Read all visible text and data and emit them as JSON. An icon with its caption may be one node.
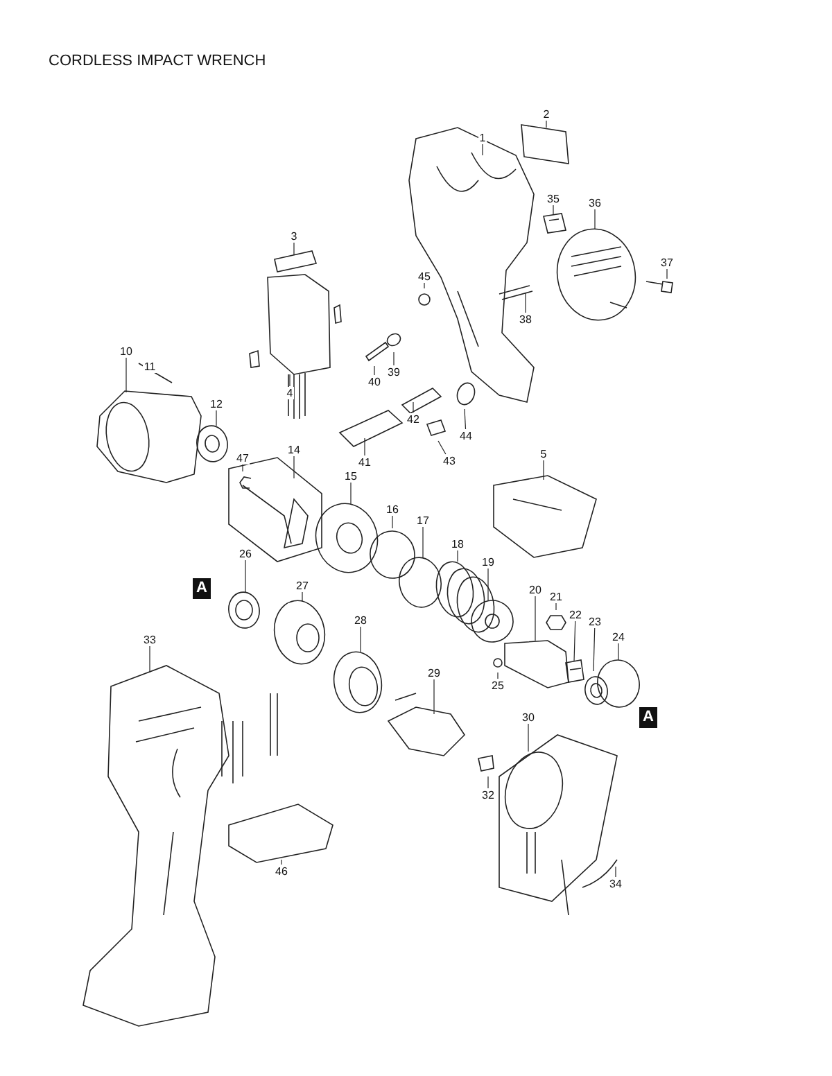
{
  "diagram": {
    "title": "CORDLESS IMPACT WRENCH",
    "nodes": [
      {
        "text": [
          "2"
        ]
      },
      {
        "text": [
          "1"
        ]
      },
      {
        "text": [
          "35"
        ]
      },
      {
        "text": [
          "36"
        ]
      },
      {
        "text": [
          "3"
        ]
      },
      {
        "text": [
          "37"
        ]
      },
      {
        "text": [
          "45"
        ]
      },
      {
        "text": [
          "38"
        ]
      },
      {
        "text": [
          "10"
        ]
      },
      {
        "text": [
          "11"
        ]
      },
      {
        "text": [
          "40"
        ]
      },
      {
        "text": [
          "39"
        ]
      },
      {
        "text": [
          "4"
        ]
      },
      {
        "text": [
          "12"
        ]
      },
      {
        "text": [
          "42"
        ]
      },
      {
        "text": [
          "44"
        ]
      },
      {
        "text": [
          "41"
        ]
      },
      {
        "text": [
          "14"
        ]
      },
      {
        "text": [
          "43"
        ]
      },
      {
        "text": [
          "5"
        ]
      },
      {
        "text": [
          "47"
        ]
      },
      {
        "text": [
          "15"
        ]
      },
      {
        "text": [
          "16"
        ]
      },
      {
        "text": [
          "17"
        ]
      },
      {
        "text": [
          "18"
        ]
      },
      {
        "text": [
          "26"
        ]
      },
      {
        "text": [
          "27"
        ]
      },
      {
        "text": [
          "19"
        ]
      },
      {
        "text": [
          "20"
        ]
      },
      {
        "text": [
          "21"
        ]
      },
      {
        "text": [
          "22"
        ]
      },
      {
        "text": [
          "23"
        ]
      },
      {
        "text": [
          "28"
        ]
      },
      {
        "text": [
          "24"
        ]
      },
      {
        "text": [
          "29"
        ]
      },
      {
        "text": [
          "33"
        ]
      },
      {
        "text": [
          "25"
        ]
      },
      {
        "text": [
          "30"
        ]
      },
      {
        "text": [
          "32"
        ]
      },
      {
        "text": [
          "46"
        ]
      },
      {
        "text": [
          "34"
        ]
      }
    ],
    "edges": [
      {
        "from": 0,
        "to": null,
        "arrow": "none"
      },
      {
        "from": 1,
        "to": null,
        "arrow": "none"
      },
      {
        "from": 2,
        "to": null,
        "arrow": "none"
      },
      {
        "from": 3,
        "to": null,
        "arrow": "none"
      },
      {
        "from": 4,
        "to": null,
        "arrow": "none"
      },
      {
        "from": 5,
        "to": null,
        "arrow": "none"
      },
      {
        "from": 6,
        "to": null,
        "arrow": "none"
      },
      {
        "from": 7,
        "to": null,
        "arrow": "none"
      },
      {
        "from": 8,
        "to": null,
        "arrow": "none"
      },
      {
        "from": 9,
        "to": null,
        "arrow": "none"
      },
      {
        "from": 10,
        "to": null,
        "arrow": "none"
      },
      {
        "from": 11,
        "to": null,
        "arrow": "none"
      },
      {
        "from": 12,
        "to": null,
        "arrow": "none"
      },
      {
        "from": 13,
        "to": null,
        "arrow": "none"
      },
      {
        "from": 14,
        "to": null,
        "arrow": "none"
      },
      {
        "from": 15,
        "to": null,
        "arrow": "none"
      },
      {
        "from": 16,
        "to": null,
        "arrow": "none"
      },
      {
        "from": 17,
        "to": null,
        "arrow": "none"
      },
      {
        "from": 18,
        "to": null,
        "arrow": "none"
      },
      {
        "from": 19,
        "to": null,
        "arrow": "none"
      },
      {
        "from": 20,
        "to": null,
        "arrow": "none"
      },
      {
        "from": 21,
        "to": null,
        "arrow": "none"
      },
      {
        "from": 22,
        "to": null,
        "arrow": "none"
      },
      {
        "from": 23,
        "to": null,
        "arrow": "none"
      },
      {
        "from": 24,
        "to": null,
        "arrow": "none"
      },
      {
        "from": 25,
        "to": null,
        "arrow": "none"
      },
      {
        "from": 26,
        "to": null,
        "arrow": "none"
      },
      {
        "from": 27,
        "to": null,
        "arrow": "none"
      },
      {
        "from": 28,
        "to": null,
        "arrow": "none"
      },
      {
        "from": 29,
        "to": null,
        "arrow": "none"
      },
      {
        "from": 30,
        "to": null,
        "arrow": "none"
      },
      {
        "from": 31,
        "to": null,
        "arrow": "none"
      },
      {
        "from": 32,
        "to": null,
        "arrow": "none"
      },
      {
        "from": 33,
        "to": null,
        "arrow": "none"
      },
      {
        "from": 34,
        "to": null,
        "arrow": "none"
      },
      {
        "from": 35,
        "to": null,
        "arrow": "none"
      },
      {
        "from": 36,
        "to": null,
        "arrow": "none"
      },
      {
        "from": 37,
        "to": null,
        "arrow": "none"
      },
      {
        "from": 38,
        "to": null,
        "arrow": "none"
      },
      {
        "from": 39,
        "to": null,
        "arrow": "none"
      },
      {
        "from": 40,
        "to": null,
        "arrow": "none"
      }
    ],
    "labels": [
      "A",
      "A"
    ]
  }
}
